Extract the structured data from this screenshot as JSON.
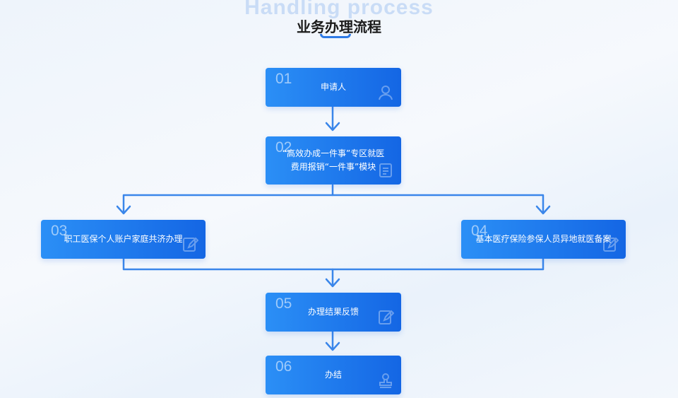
{
  "header": {
    "bg_text": "Handling process",
    "title": "业务办理流程"
  },
  "steps": [
    {
      "num": "01",
      "label": "申请人",
      "icon": "user-icon"
    },
    {
      "num": "02",
      "label": "“高效办成一件事”专区就医费用报销“一件事”模块",
      "icon": "document-icon"
    },
    {
      "num": "03",
      "label": "职工医保个人账户家庭共济办理",
      "icon": "edit-icon"
    },
    {
      "num": "04",
      "label": "基本医疗保险参保人员异地就医备案",
      "icon": "edit-icon"
    },
    {
      "num": "05",
      "label": "办理结果反馈",
      "icon": "edit-icon"
    },
    {
      "num": "06",
      "label": "办结",
      "icon": "stamp-icon"
    }
  ],
  "colors": {
    "box_start": "#2b8ff6",
    "box_end": "#1466e4",
    "connector": "#3a86ea"
  }
}
